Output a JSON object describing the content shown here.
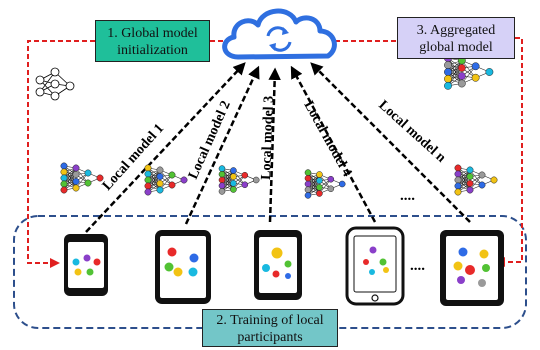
{
  "boxes": {
    "global_init": [
      "1. Global model",
      "initialization"
    ],
    "aggregated": [
      "3. Aggregated",
      "global model"
    ],
    "training": [
      "2. Training of local",
      "participants"
    ]
  },
  "local_models": [
    "Local model 1",
    "Local model 2",
    "Local model 3",
    "Local model 4",
    "Local model n"
  ],
  "ellipsis": "....",
  "colors": {
    "cloud": "#2f6fe0",
    "red_dashed": "#e01f1f",
    "blue_dashed": "#2d4f8c",
    "box_global_init": "#1fbf9a",
    "box_aggregated": "#d6d1f7",
    "box_training": "#73c6c8",
    "node_palette": [
      "#2e6be6",
      "#f2c314",
      "#19b9e0",
      "#52c234",
      "#e82a2a",
      "#8a3fc9",
      "#9a9a9a"
    ]
  },
  "icons": [
    "cloud-sync-icon",
    "neural-network-icon",
    "smartphone-icon",
    "tablet-icon"
  ]
}
